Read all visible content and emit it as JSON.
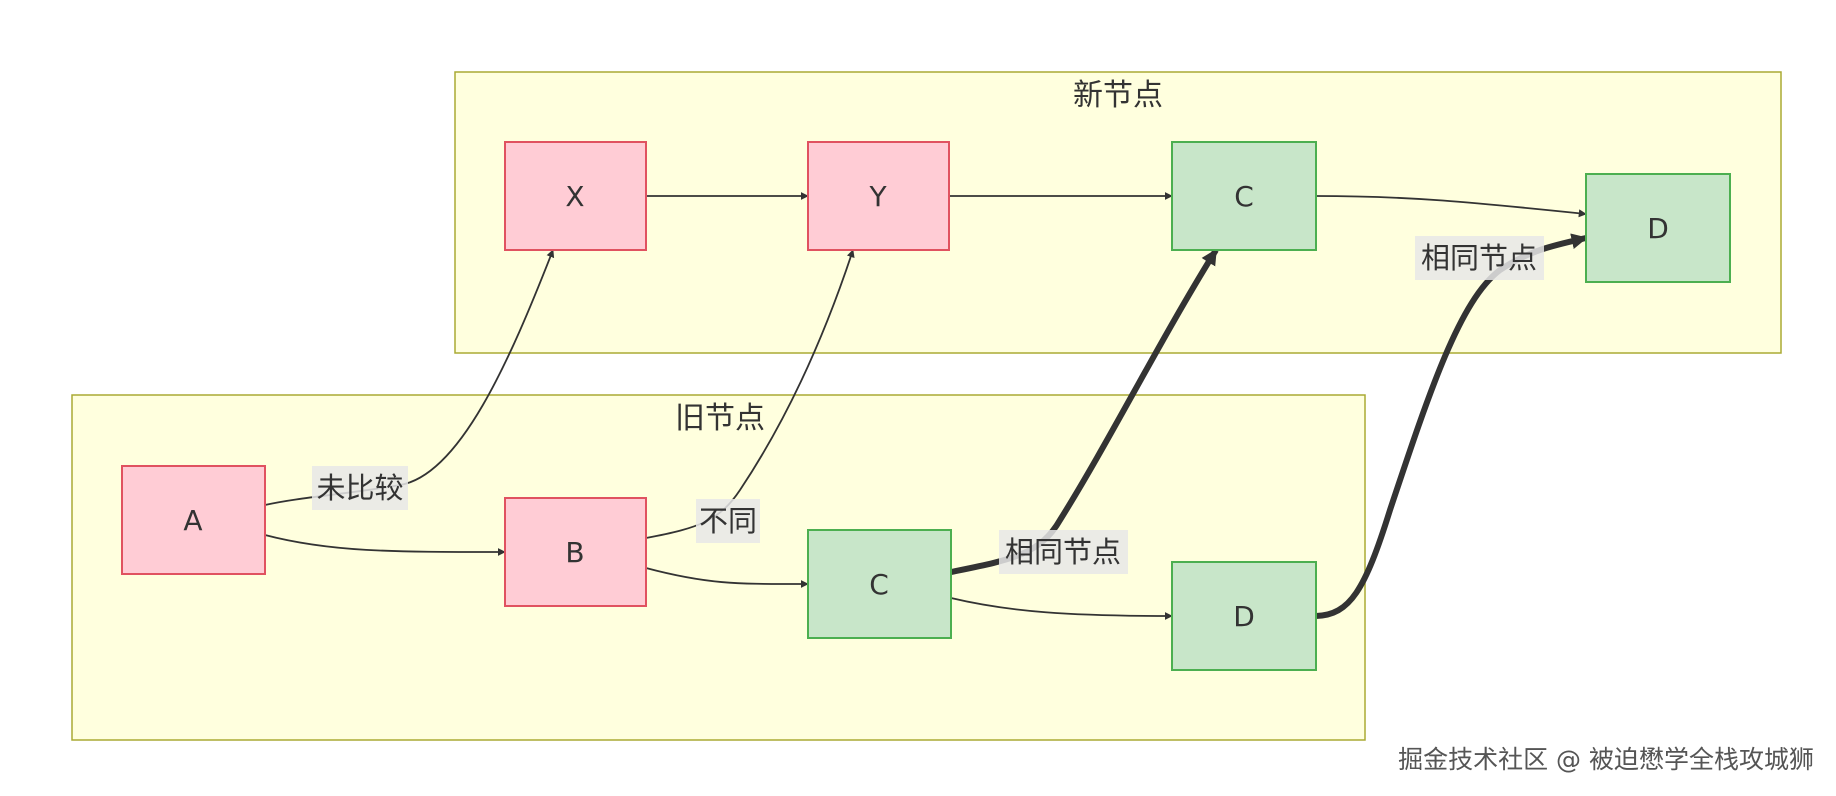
{
  "clusters": {
    "new": {
      "title": "新节点"
    },
    "old": {
      "title": "旧节点"
    }
  },
  "nodes": {
    "new_x": "X",
    "new_y": "Y",
    "new_c": "C",
    "new_d": "D",
    "old_a": "A",
    "old_b": "B",
    "old_c": "C",
    "old_d": "D"
  },
  "edge_labels": {
    "a_to_x": "未比较",
    "b_to_y": "不同",
    "c_to_c": "相同节点",
    "d_to_d": "相同节点"
  },
  "colors": {
    "changed_node_fill": "#ffccd5",
    "same_node_fill": "#c8e6c9",
    "cluster_fill": "#ffffde"
  },
  "watermark": "掘金技术社区 @ 被迫懋学全栈攻城狮"
}
